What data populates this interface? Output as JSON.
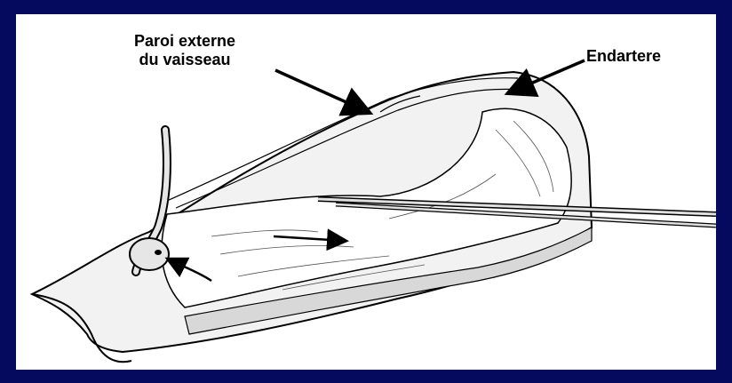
{
  "labels": {
    "paroi_line1": "Paroi externe",
    "paroi_line2": "du vaisseau",
    "endartere": "Endartere"
  },
  "colors": {
    "frame": "#050a5e",
    "panel": "#ffffff",
    "ink": "#000000"
  }
}
